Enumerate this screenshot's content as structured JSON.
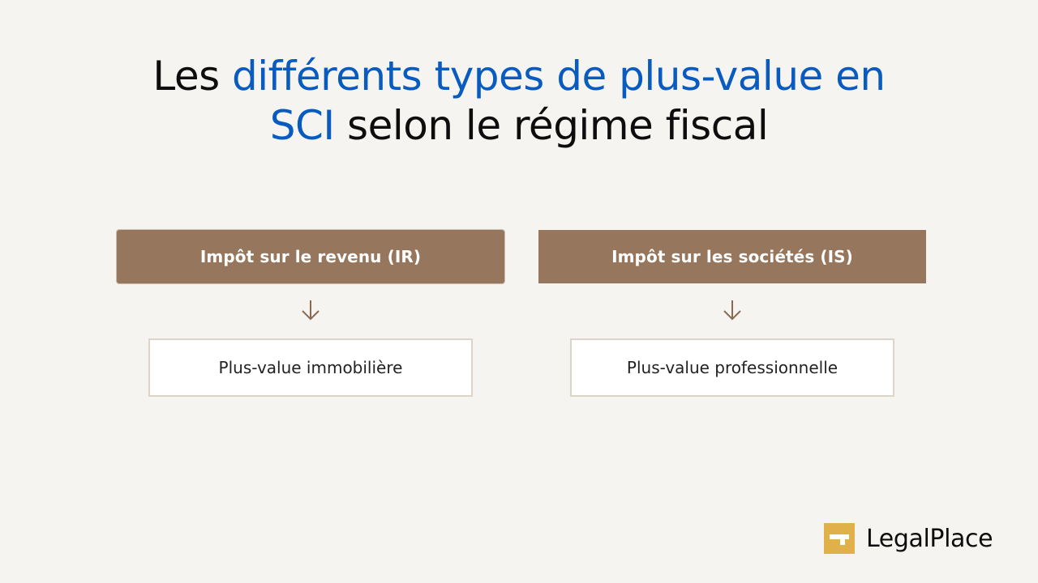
{
  "title": {
    "part1": "Les ",
    "accent1": "différents types de plus-value en",
    "accent2": "SCI",
    "part2": " selon le régime fiscal"
  },
  "columns": [
    {
      "header": "Impôt sur le revenu (IR)",
      "result": "Plus-value immobilière"
    },
    {
      "header": "Impôt sur les sociétés (IS)",
      "result": "Plus-value professionnelle"
    }
  ],
  "brand": {
    "name": "LegalPlace",
    "logo_icon": "legalplace-logo-icon",
    "logo_color": "#e0b04a"
  },
  "colors": {
    "accent": "#0a5bbf",
    "header_bg": "#97765e",
    "background": "#f6f4f0",
    "arrow": "#8a6a52"
  }
}
